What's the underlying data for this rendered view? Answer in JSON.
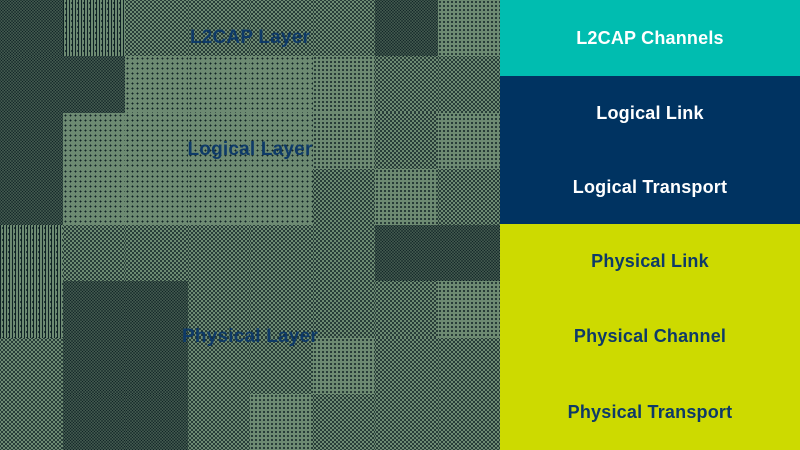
{
  "diagram": {
    "left_panel": {
      "labels": [
        "L2CAP Layer",
        "Logical Layer",
        "Physical Layer"
      ]
    },
    "right_panel": {
      "sections": [
        {
          "id": "l2cap-channels",
          "items": [
            "L2CAP Channels"
          ],
          "text_color": "#ffffff"
        },
        {
          "id": "logical",
          "items": [
            "Logical Link",
            "Logical Transport"
          ],
          "text_color": "#ffffff"
        },
        {
          "id": "physical",
          "items": [
            "Physical Link",
            "Physical Channel",
            "Physical Transport"
          ],
          "text_color": "#0e3a68"
        }
      ]
    },
    "colors": {
      "teal": "#00bdb0",
      "navy": "#003361",
      "lime": "#cdda00",
      "left_label_text": "#0e3a68",
      "dither_base": "#6d8a72",
      "dither_dot": "#0a1f24"
    }
  }
}
